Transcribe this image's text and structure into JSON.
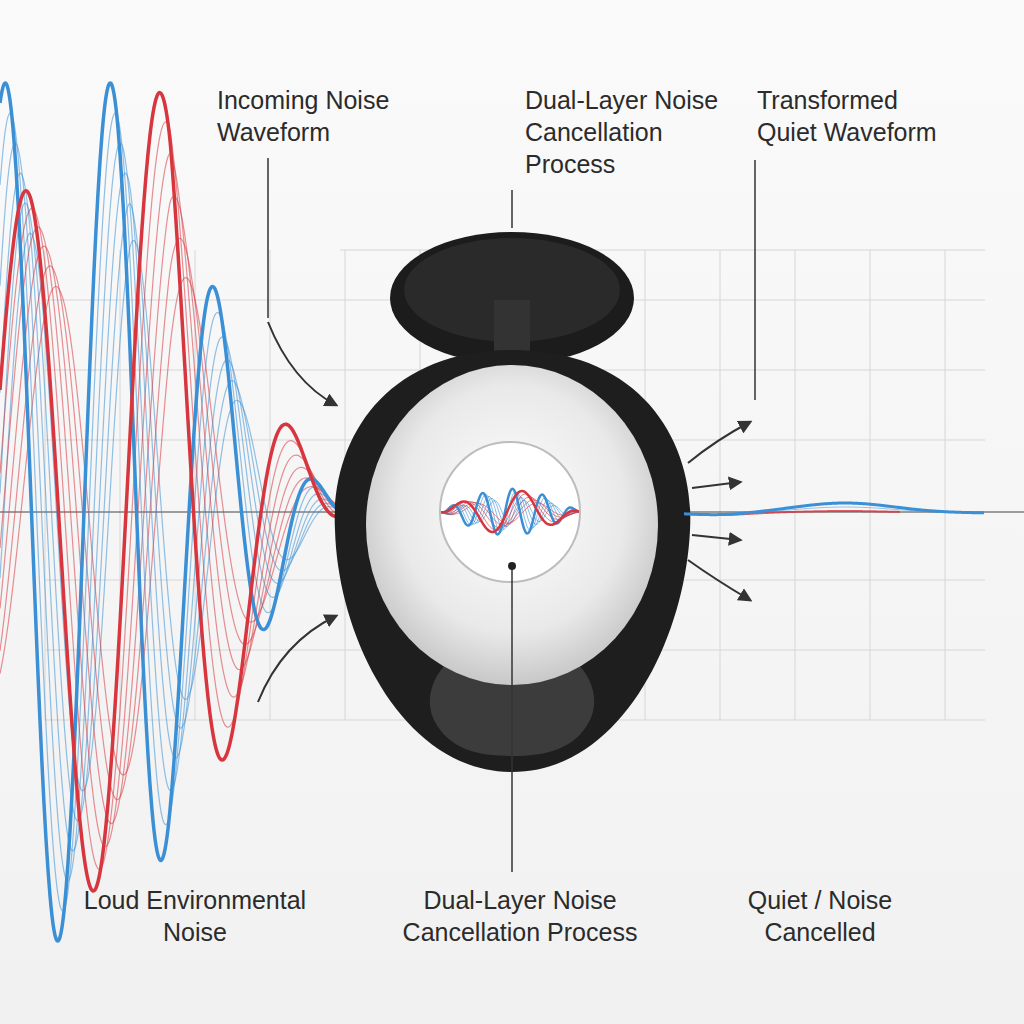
{
  "diagram": {
    "labels": [
      "Incoming Noise Waveform",
      "Dual-Layer Noise Cancellation Process",
      "Transformed Quiet Waveform",
      "Loud Environmental Noise",
      "Dual-Layer Noise Cancellation Process",
      "Quiet / Noise Cancelled"
    ]
  }
}
